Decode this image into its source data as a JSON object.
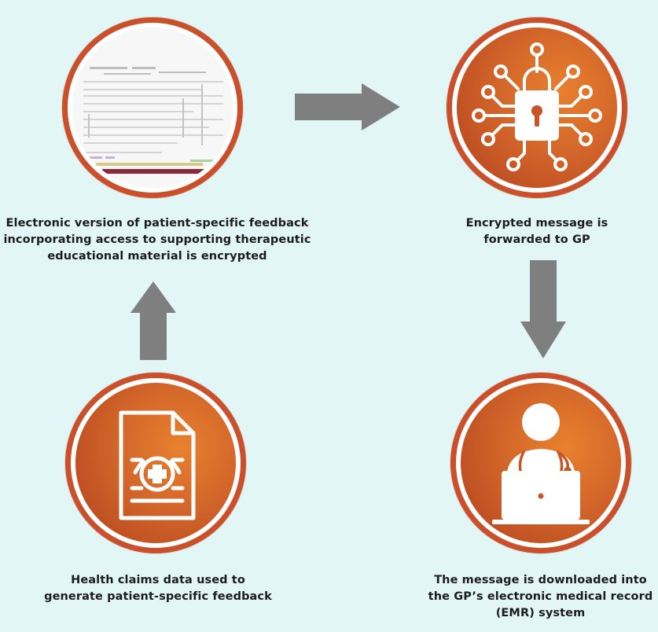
{
  "steps": [
    {
      "id": "step-1",
      "icon": "document-screenshot",
      "caption_lines": [
        "Electronic version of patient-specific feedback",
        "incorporating access to supporting therapeutic",
        "educational material is encrypted"
      ]
    },
    {
      "id": "step-2",
      "icon": "padlock-network-icon",
      "caption_lines": [
        "Encrypted message is",
        "forwarded to GP"
      ]
    },
    {
      "id": "step-3",
      "icon": "doctor-laptop-icon",
      "caption_lines": [
        "The message is downloaded into",
        "the GP’s electronic medical record",
        "(EMR) system"
      ]
    },
    {
      "id": "step-0",
      "icon": "medical-document-icon",
      "caption_lines": [
        "Health claims data used to",
        "generate patient-specific feedback"
      ]
    }
  ],
  "colors": {
    "background": "#e3f6f6",
    "ring": "#c9502a",
    "disc_light": "#e8812e",
    "disc_dark": "#b2401d",
    "arrow": "#7f7f7f",
    "text": "#1c1c1c"
  }
}
